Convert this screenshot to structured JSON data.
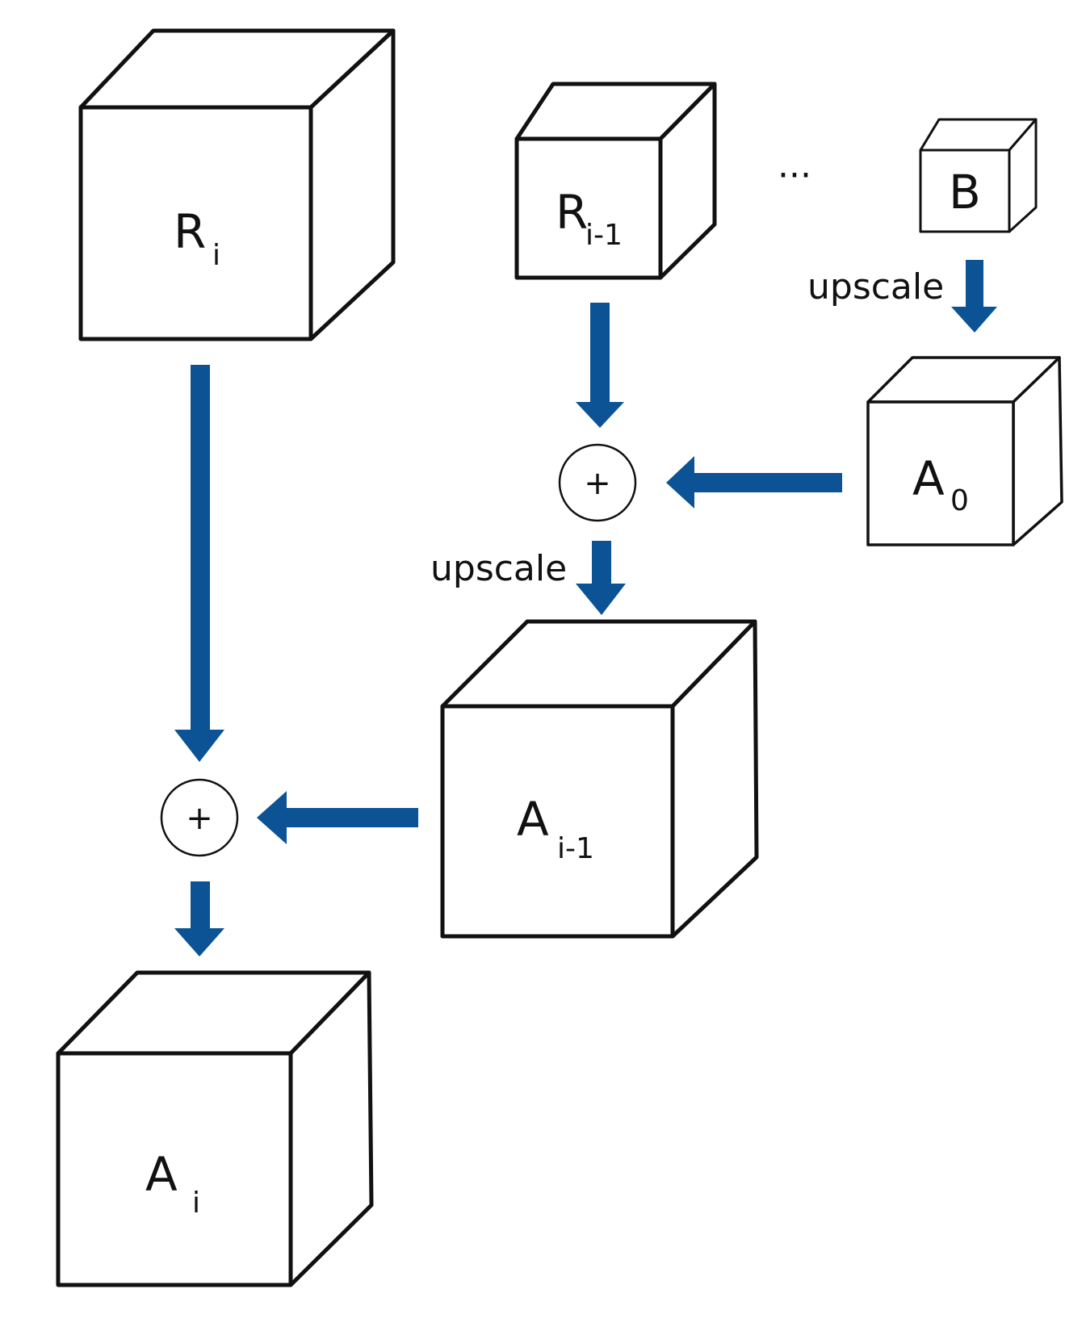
{
  "colors": {
    "arrow": "#0b5394",
    "outline": "#111111",
    "background": "#ffffff"
  },
  "cubes": {
    "r_i": {
      "main": "R",
      "sub": "i"
    },
    "r_i_minus_1": {
      "main": "R",
      "sub": "i-1"
    },
    "b": {
      "main": "B"
    },
    "a_0": {
      "main": "A",
      "sub": "0"
    },
    "a_i_minus_1": {
      "main": "A",
      "sub": "i-1"
    },
    "a_i": {
      "main": "A",
      "sub": "i"
    }
  },
  "operators": {
    "sum_symbol": "+"
  },
  "labels": {
    "upscale_top": "upscale",
    "upscale_middle": "upscale",
    "ellipsis": "···"
  },
  "icons": [
    "down-arrow-icon",
    "left-arrow-icon",
    "plus-circle-icon"
  ]
}
